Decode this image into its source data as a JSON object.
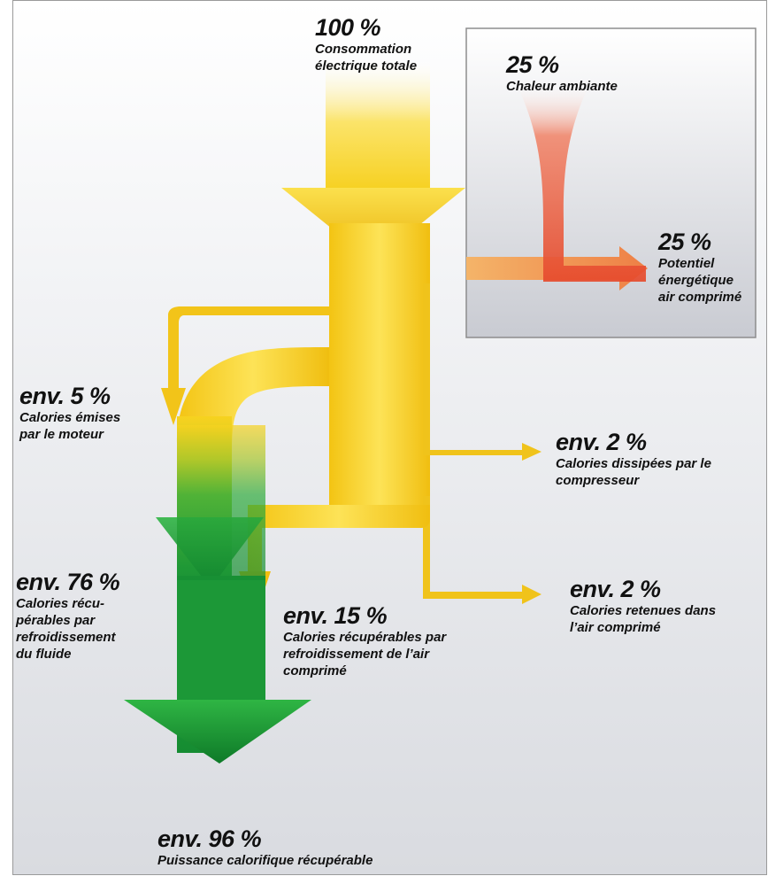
{
  "colors": {
    "yellow": "#f7d21f",
    "green": "#1e9b3a",
    "red": "#e8583a",
    "orange": "#f0a050"
  },
  "labels": {
    "total": {
      "pct": "100 %",
      "desc": "Consommation\nélectrique totale"
    },
    "ambient": {
      "pct": "25 %",
      "desc": "Chaleur ambiante"
    },
    "potential": {
      "pct": "25 %",
      "desc": "Potentiel\nénergétique\nair comprimé"
    },
    "motor": {
      "pct": "env. 5 %",
      "desc": "Calories émises\npar le moteur"
    },
    "compressor": {
      "pct": "env. 2 %",
      "desc": "Calories dissipées par le\ncompresseur"
    },
    "fluid": {
      "pct": "env. 76 %",
      "desc": "Calories récu-\npérables par\nrefroidissement\ndu fluide"
    },
    "retained": {
      "pct": "env. 2 %",
      "desc": "Calories retenues dans\nl’air comprimé"
    },
    "aircool": {
      "pct": "env. 15 %",
      "desc": "Calories récupérables par\nrefroidissement de l’air\ncomprimé"
    },
    "recovered": {
      "pct": "env. 96 %",
      "desc": "Puissance calorifique récupérable"
    }
  }
}
